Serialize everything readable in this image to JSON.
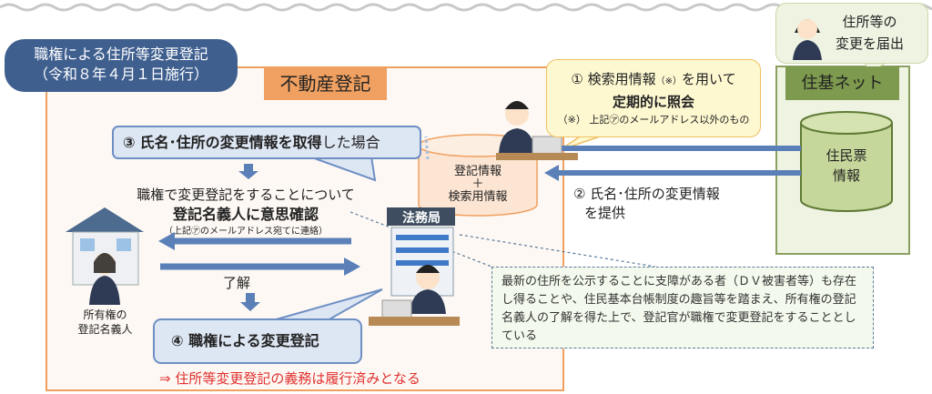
{
  "title": {
    "line1": "職権による住所等変更登記",
    "line2": "（令和８年４月１日施行）"
  },
  "registry": {
    "label": "不動産登記",
    "db_line1": "登記情報",
    "db_plus": "＋",
    "db_line2": "検索用情報",
    "bureau_sign": "法務局"
  },
  "step3": {
    "num": "③",
    "bold": "氏名･住所の変更情報を取得",
    "rest": "した場合"
  },
  "confirm": {
    "line1": "職権で変更登記をすることについて",
    "line2": "登記名義人に意思確認",
    "note": "（上記㋐のメールアドレス宛てに連絡）"
  },
  "ok": "了解",
  "step4": {
    "num": "④",
    "label": "職権による変更登記"
  },
  "result": "⇒  住所等変更登記の義務は履行済みとなる",
  "owner": {
    "line1": "所有権の",
    "line2": "登記名義人"
  },
  "step1": {
    "num": "①",
    "line1a": "検索用情報",
    "mark": "（※）",
    "line1b": "を用いて",
    "line2": "定期的に照会",
    "note": "（※） 上記㋐のメールアドレス以外のもの"
  },
  "step2": {
    "line1": "② 氏名･住所の変更情報",
    "line2": "を提供"
  },
  "jukinet": {
    "label": "住基ネット",
    "db_line1": "住民票",
    "db_line2": "情報"
  },
  "resident": {
    "line1": "住所等の",
    "line2": "変更を届出"
  },
  "note_box": "最新の住所を公示することに支障がある者（ＤＶ被害者等）も存在し得ることや、住民基本台帳制度の趣旨等を踏まえ、所有権の登記名義人の了解を得た上で、登記官が職権で変更登記をすることとしている",
  "colors": {
    "navy": "#3f5f8f",
    "orange": "#f0a060",
    "arrow": "#5b80b8",
    "green": "#7d9a4e",
    "red": "#e03030"
  }
}
